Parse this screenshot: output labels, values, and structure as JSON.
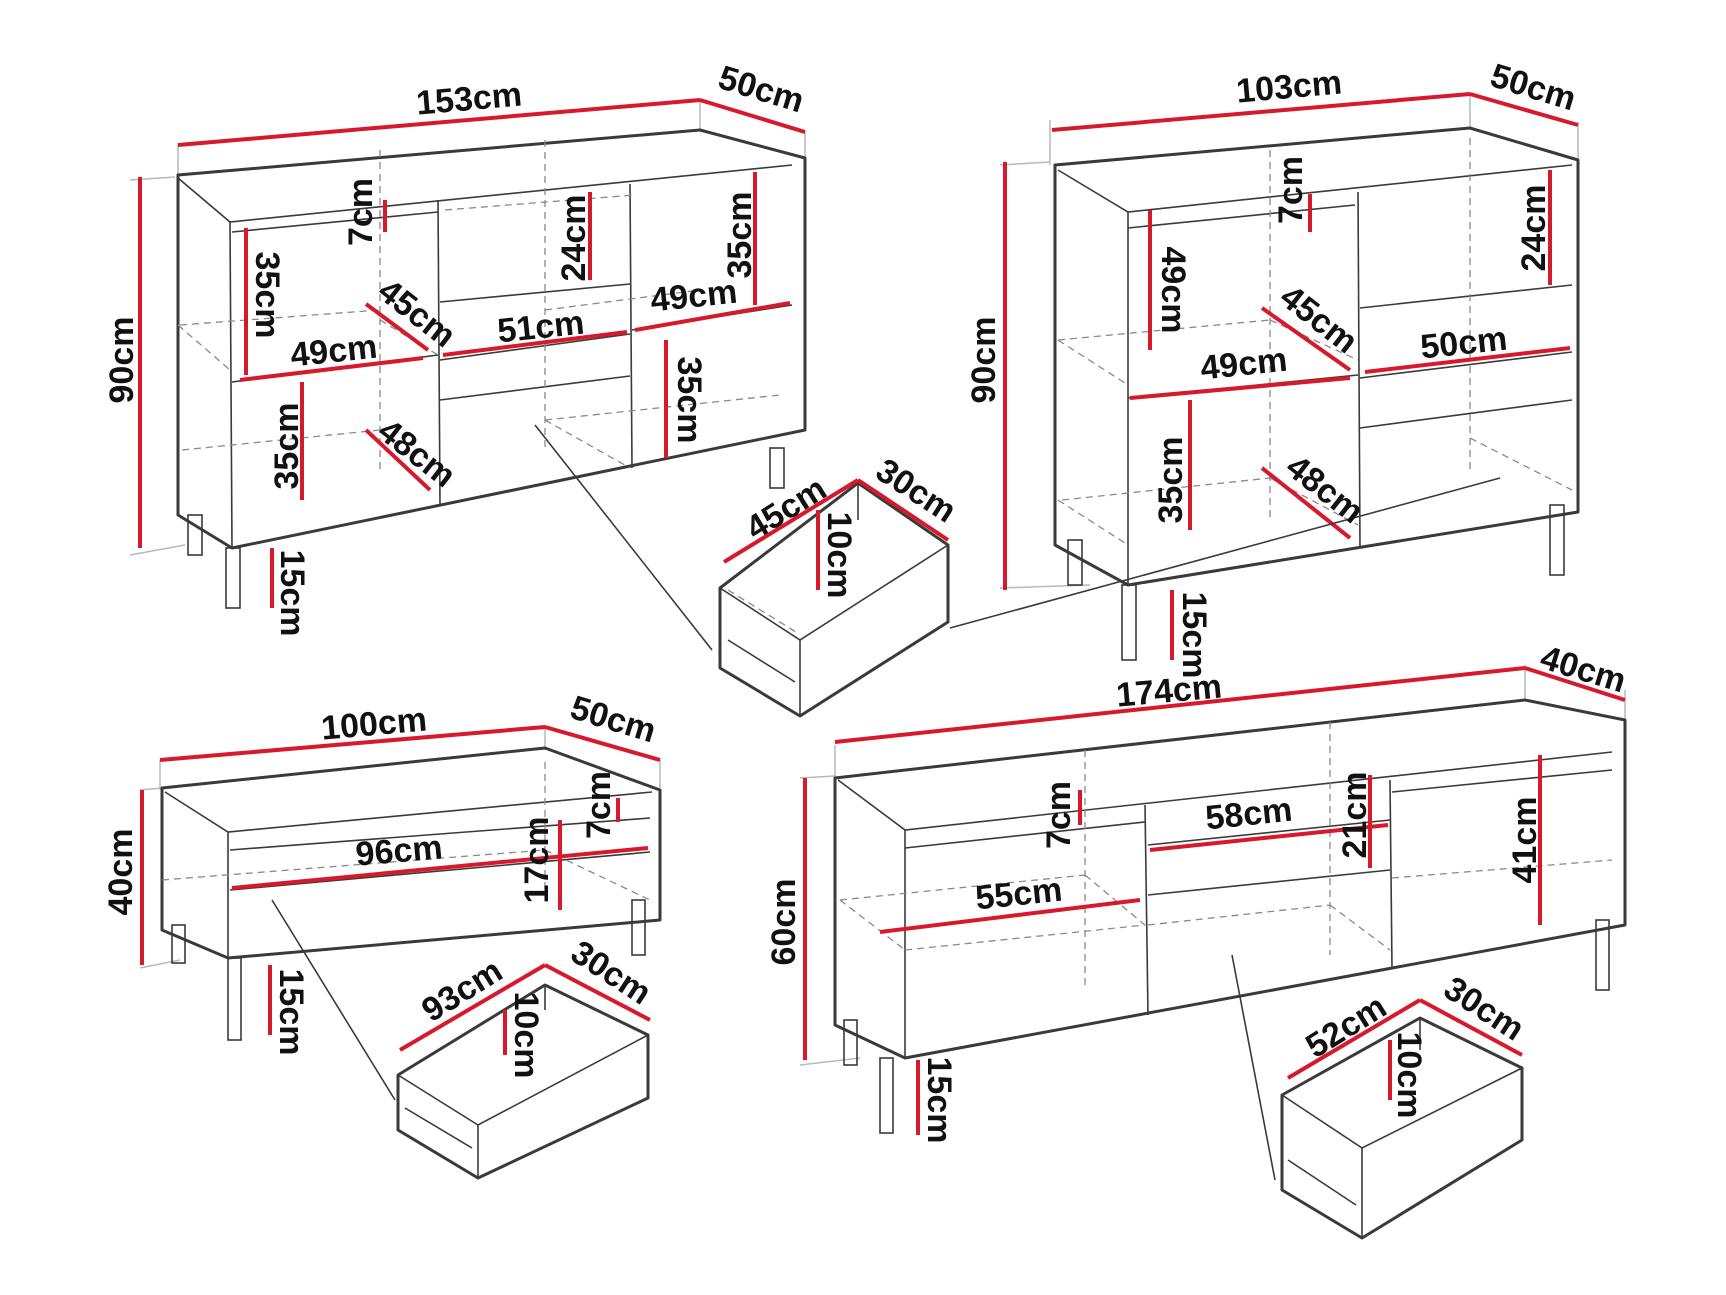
{
  "colors": {
    "background": "#ffffff",
    "outline": "#3a3a3a",
    "hidden_edges": "#8a8a8a",
    "dimension_lines": "#d7192c",
    "text": "#111111"
  },
  "cabinet_153": {
    "width": "153cm",
    "depth": "50cm",
    "height": "90cm",
    "leg": "15cm",
    "upper_left_shelf_height": "7cm",
    "left_inner_height": "35cm",
    "left_shelf_width": "49cm",
    "left_shelf_depth": "45cm",
    "lower_left_height": "35cm",
    "lower_left_depth": "48cm",
    "middle_drawer_height": "24cm",
    "middle_width": "51cm",
    "right_upper_height": "35cm",
    "right_width": "49cm",
    "right_lower_height": "35cm"
  },
  "cabinet_103": {
    "width": "103cm",
    "depth": "50cm",
    "height": "90cm",
    "leg": "15cm",
    "upper_shelf_height": "7cm",
    "left_upper_height": "49cm",
    "left_shelf_width": "49cm",
    "left_shelf_depth": "45cm",
    "left_lower_height": "35cm",
    "left_lower_depth": "48cm",
    "right_drawer_height": "24cm",
    "right_drawer_width": "50cm"
  },
  "drawer_45": {
    "width": "45cm",
    "depth": "30cm",
    "height": "10cm"
  },
  "bench_100": {
    "width": "100cm",
    "depth": "50cm",
    "height": "40cm",
    "leg": "15cm",
    "inner_width": "96cm",
    "drawer_height": "17cm",
    "top_gap": "7cm"
  },
  "drawer_93": {
    "width": "93cm",
    "depth": "30cm",
    "height": "10cm"
  },
  "tv_174": {
    "width": "174cm",
    "depth": "40cm",
    "height": "60cm",
    "leg": "15cm",
    "left_top_gap": "7cm",
    "left_width": "55cm",
    "middle_width": "58cm",
    "middle_drawer_height": "21cm",
    "right_height": "41cm"
  },
  "drawer_52": {
    "width": "52cm",
    "depth": "30cm",
    "height": "10cm"
  }
}
